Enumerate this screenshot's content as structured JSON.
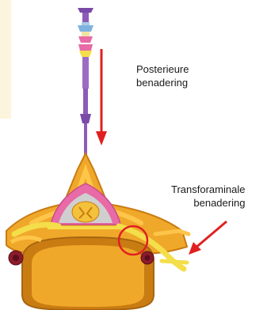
{
  "labels": {
    "posterior": {
      "line1": "Posterieure",
      "line2": "benadering"
    },
    "transforaminal": {
      "line1": "Transforaminale",
      "line2": "benadering"
    }
  },
  "colors": {
    "background_tint": "#fdf4dd",
    "bone": "#f0a82a",
    "bone_dark": "#c97c12",
    "bone_edge": "#fdc64a",
    "nerve": "#f4de4a",
    "dura_pink": "#e86aa6",
    "canal_grey": "#cfcfcf",
    "needle_purple": "#8d5bb8",
    "vessel_red": "#8c1b2b",
    "arrow_red": "#e02020"
  }
}
